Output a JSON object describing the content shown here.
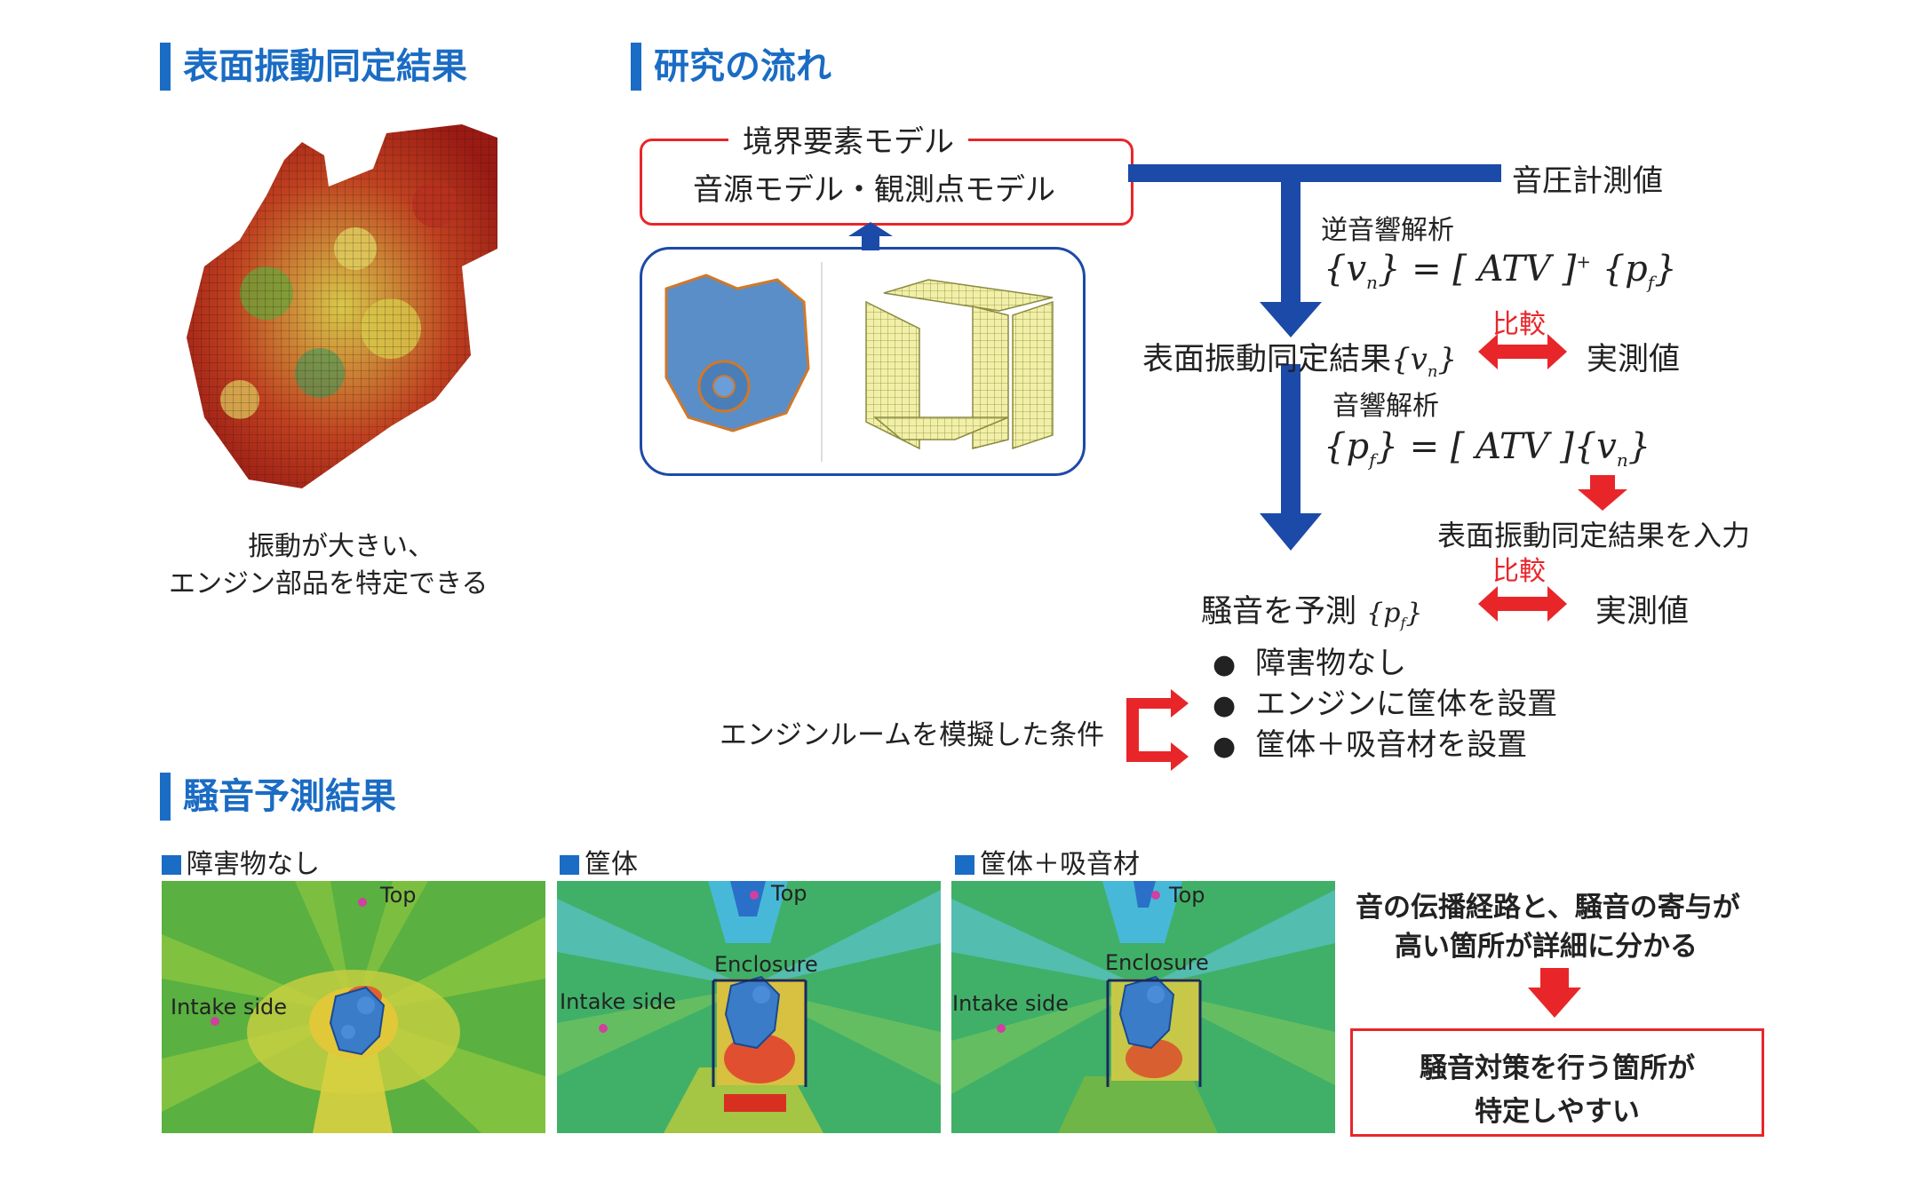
{
  "titles": {
    "surface": "表面振動同定結果",
    "flow": "研究の流れ",
    "noise": "騒音予測結果"
  },
  "surface_caption": [
    "振動が大きい、",
    "エンジン部品を特定できる"
  ],
  "flow": {
    "model_box": [
      "境界要素モデル",
      "音源モデル・観測点モデル"
    ],
    "pressure": "音圧計測値",
    "inverse": "逆音響解析",
    "eq1": {
      "lhs": "{v",
      "lhs_sub": "n",
      "mid": "} = [ ATV ]",
      "sup": "+",
      "rhs": "{p",
      "rhs_sub": "f",
      "end": "}"
    },
    "compare1": "比較",
    "result1": "表面振動同定結果",
    "result1_var": "{v",
    "result1_sub": "n",
    "result1_end": "}",
    "measured1": "実測値",
    "acoustic": "音響解析",
    "eq2": {
      "lhs": "{p",
      "lhs_sub": "f",
      "mid": "} = [ ATV ]{v",
      "mid_sub": "n",
      "end": "}"
    },
    "input_label": "表面振動同定結果を入力",
    "compare2": "比較",
    "predict": "騒音を予測",
    "predict_var": "{p",
    "predict_sub": "f",
    "predict_end": "}",
    "measured2": "実測値",
    "conditions_label": "エンジンルームを模擬した条件",
    "conditions": [
      "障害物なし",
      "エンジンに筐体を設置",
      "筐体＋吸音材を設置"
    ]
  },
  "panels": [
    {
      "label": "障害物なし",
      "top": "Top",
      "intake": "Intake side"
    },
    {
      "label": "筐体",
      "top": "Top",
      "intake": "Intake side",
      "enclosure": "Enclosure"
    },
    {
      "label": "筐体＋吸音材",
      "top": "Top",
      "intake": "Intake side",
      "enclosure": "Enclosure"
    }
  ],
  "conclusion": {
    "line1": "音の伝播経路と、騒音の寄与が",
    "line2": "高い箇所が詳細に分かる",
    "box1": "騒音対策を行う箇所が",
    "box2": "特定しやすい"
  },
  "colors": {
    "accent_blue": "#1a6cc4",
    "arrow_blue": "#1c4aa8",
    "accent_red": "#e8262a"
  }
}
